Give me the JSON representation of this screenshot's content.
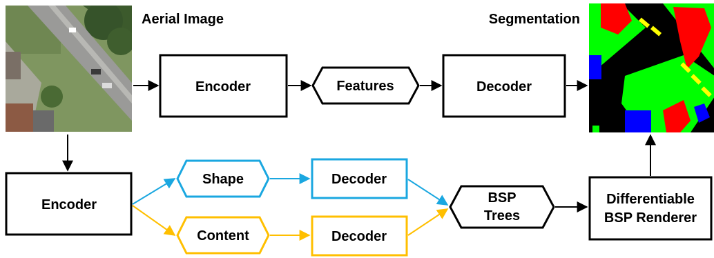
{
  "labels": {
    "aerial_title": "Aerial Image",
    "segmentation_title": "Segmentation"
  },
  "nodes": {
    "top_encoder": "Encoder",
    "features": "Features",
    "top_decoder": "Decoder",
    "bottom_encoder": "Encoder",
    "shape": "Shape",
    "shape_decoder": "Decoder",
    "content": "Content",
    "content_decoder": "Decoder",
    "bsp_line1": "BSP",
    "bsp_line2": "Trees",
    "renderer_line1": "Differentiable",
    "renderer_line2": "BSP Renderer"
  },
  "colors": {
    "shape_branch": "#1aa7e0",
    "content_branch": "#ffbf00",
    "seg_background": "#000000",
    "seg_vegetation": "#00ff00",
    "seg_building": "#ff0000",
    "seg_car": "#ffff00",
    "seg_clutter": "#0000ff",
    "aerial_grass": "#7f9660",
    "aerial_road": "#9a9a98",
    "aerial_trees": "#3c5a2c"
  }
}
